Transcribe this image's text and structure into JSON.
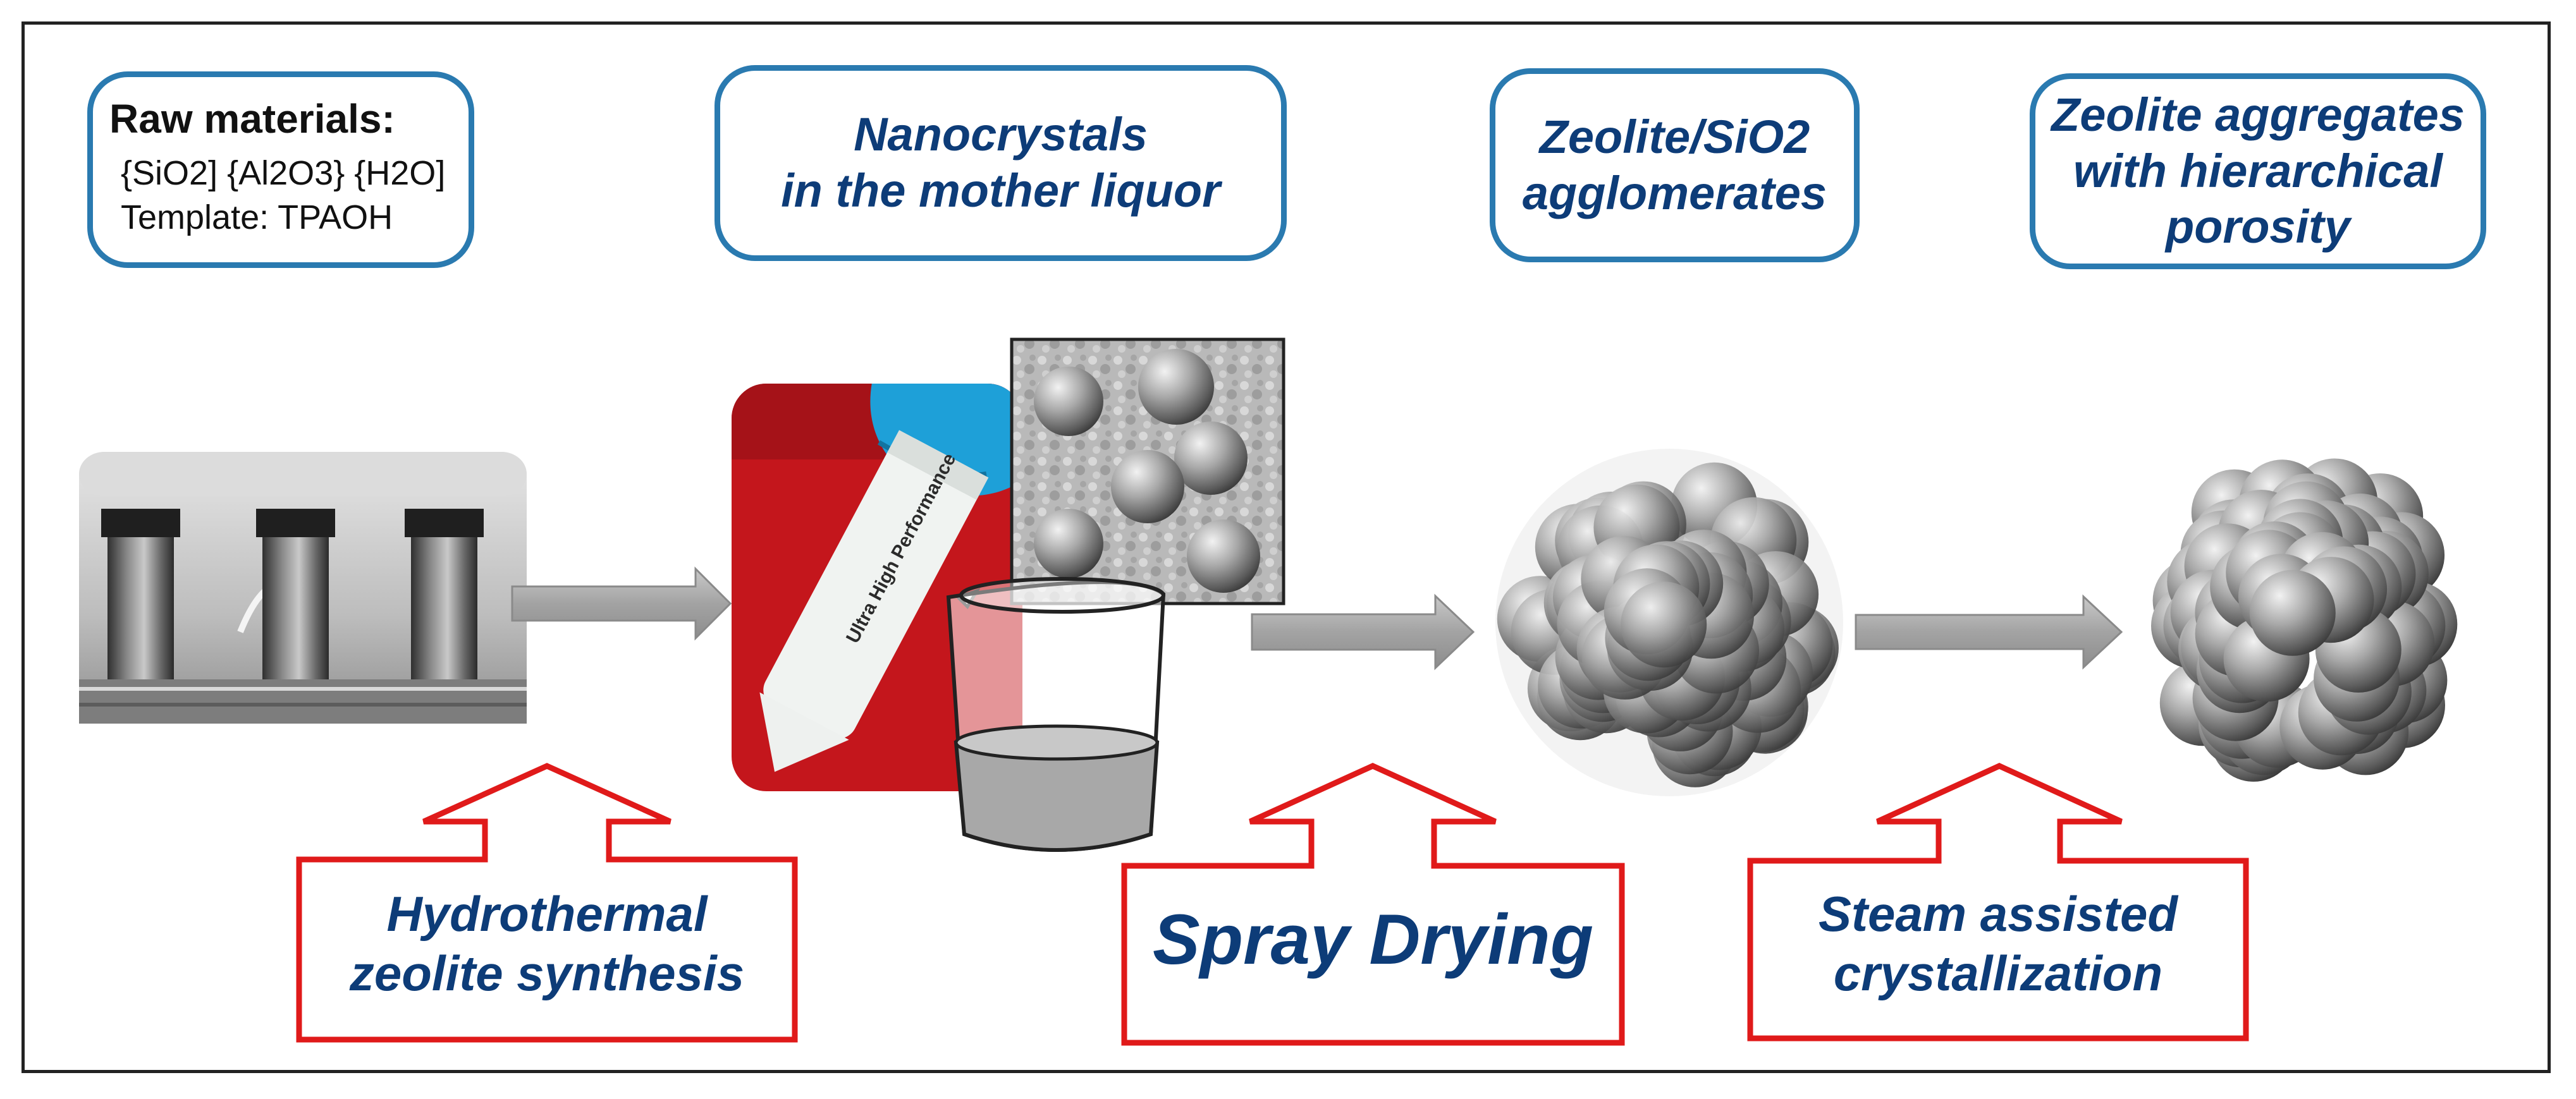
{
  "raw_materials": {
    "heading": "Raw materials:",
    "line1": "{SiO2] {Al2O3} {H2O]",
    "line2": "Template: TPAOH"
  },
  "stages": [
    {
      "lines": [
        "Nanocrystals",
        "in the mother liquor"
      ]
    },
    {
      "lines": [
        "Zeolite/SiO2",
        "agglomerates"
      ]
    },
    {
      "lines": [
        "Zeolite aggregates",
        "with hierarchical",
        "porosity"
      ]
    }
  ],
  "processes": [
    {
      "lines": [
        "Hydrothermal",
        "zeolite synthesis"
      ]
    },
    {
      "lines": [
        "Spray Drying"
      ]
    },
    {
      "lines": [
        "Steam assisted",
        "crystallization"
      ]
    }
  ],
  "tube_label": "Ultra High Performance",
  "colors": {
    "box_border": "#2a7ab0",
    "title_text": "#0d3c78",
    "process_outline": "#e01a1a",
    "flow_arrow": "#a6a6a6",
    "tube_background": "#c4161c",
    "glove": "#1ea0d8"
  }
}
